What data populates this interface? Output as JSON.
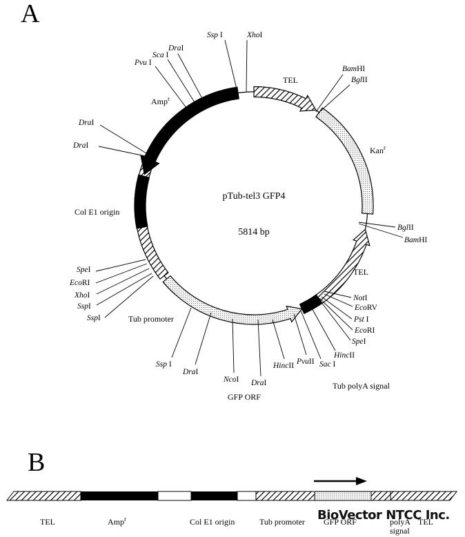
{
  "panels": {
    "a": "A",
    "b": "B"
  },
  "plasmid": {
    "name": "pTub-tel3 GFP4",
    "size": "5814 bp"
  },
  "features": {
    "tel_1": "TEL",
    "kan": "Kan",
    "kan_sup": "r",
    "tel_2": "TEL",
    "amp": "Amp",
    "amp_sup": "r",
    "colE1": "Col E1 origin",
    "tub_promoter": "Tub promoter",
    "gfp_orf": "GFP ORF",
    "tub_polya": "Tub polyA signal"
  },
  "sites": {
    "sspI_top": {
      "it": "Ssp",
      "rest": " I"
    },
    "xhoI_top": {
      "it": "Xho",
      "rest": "I"
    },
    "draI_top": {
      "it": "Dra",
      "rest": "I"
    },
    "scaI": {
      "it": "Sca",
      "rest": " I"
    },
    "pvuI": {
      "it": "Pvu",
      "rest": " I"
    },
    "bamHI_top": {
      "it": "Bam",
      "rest": "HI"
    },
    "bglII_top": {
      "it": "Bgl",
      "rest": "II"
    },
    "draI_left1": {
      "it": "Dra",
      "rest": "I"
    },
    "draI_left2": {
      "it": "Dra",
      "rest": "I"
    },
    "bglII_right": {
      "it": "Bgl",
      "rest": "II"
    },
    "bamHI_right": {
      "it": "Bam",
      "rest": "HI"
    },
    "speI_left": {
      "it": "Spe",
      "rest": "I"
    },
    "ecoRI_left": {
      "it": "Eco",
      "rest": "RI"
    },
    "xhoI_left": {
      "it": "Xho",
      "rest": "I"
    },
    "sspI_left1": {
      "it": "Ssp",
      "rest": "I"
    },
    "sspI_left2": {
      "it": "Ssp",
      "rest": "I"
    },
    "notI": {
      "it": "Not",
      "rest": "I"
    },
    "ecoRV": {
      "it": "Eco",
      "rest": "RV"
    },
    "pstI": {
      "it": "Pst",
      "rest": " I"
    },
    "ecoRI_right": {
      "it": "Eco",
      "rest": "RI"
    },
    "speI_right": {
      "it": "Spe",
      "rest": "I"
    },
    "hincII_right": {
      "it": "Hinc",
      "rest": "II"
    },
    "sacI": {
      "it": "Sac",
      "rest": " I"
    },
    "pvuII": {
      "it": "Pvu",
      "rest": "II"
    },
    "hincII_bottom": {
      "it": "Hinc",
      "rest": "II"
    },
    "draI_bottom1": {
      "it": "Dra",
      "rest": "I"
    },
    "ncoI": {
      "it": "Nco",
      "rest": "I"
    },
    "draI_bottom2": {
      "it": "Dra",
      "rest": "I"
    },
    "sspI_bottom": {
      "it": "Ssp",
      "rest": " I"
    }
  },
  "linear_map": {
    "labels": {
      "tel_left": "TEL",
      "amp": "Amp",
      "amp_sup": "r",
      "colE1": "Col E1 origin",
      "tub_promoter": "Tub promoter",
      "gfp_orf": "GFP ORF",
      "polya_1": "polyA",
      "polya_2": "signal",
      "tel_right": "TEL"
    }
  },
  "watermark": "BioVector NTCC Inc.",
  "colors": {
    "ink": "#000000",
    "paper": "#ffffff",
    "stipple": "#d9d9d9"
  }
}
